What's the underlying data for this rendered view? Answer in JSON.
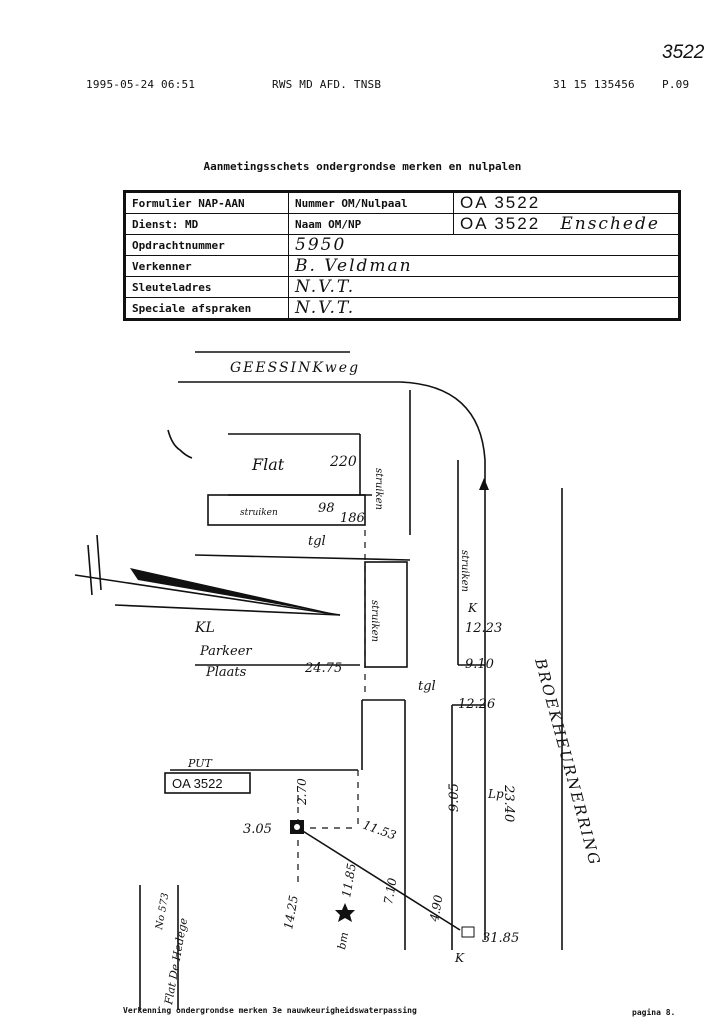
{
  "header": {
    "datetime": "1995-05-24  06:51",
    "dept": "RWS MD AFD. TNSB",
    "phone": "31 15 135456",
    "page": "P.09",
    "handwritten_number": "3522"
  },
  "title": "Aanmetingsschets ondergrondse merken en nulpalen",
  "form": {
    "formulier": "Formulier NAP-AAN",
    "nummer_label": "Nummer OM/Nulpaal",
    "nummer_value": "OA 3522",
    "dienst": "Dienst: MD",
    "naam_label": "Naam OM/NP",
    "naam_value": "OA 3522",
    "naam_place": "Enschede",
    "opdracht_label": "Opdrachtnummer",
    "opdracht_value": "5950",
    "verkenner_label": "Verkenner",
    "verkenner_value": "B. Veldman",
    "sleutel_label": "Sleuteladres",
    "sleutel_value": "N.V.T.",
    "speciale_label": "Speciale afspraken",
    "speciale_value": "N.V.T."
  },
  "sketch": {
    "street_top": "GEESSINKweg",
    "street_right": "BROEKHEURNERRING",
    "flat": "Flat",
    "flat_num": "220",
    "struiken1": "struiken",
    "struiken2": "struiken",
    "struiken3": "struiken",
    "struiken4": "struiken",
    "num_186": "186",
    "num_98": "98",
    "tgl1": "tgl",
    "tgl2": "tgl",
    "kl": "KL",
    "parkeer": "Parkeer",
    "plaats": "Plaats",
    "m2475": "24.75",
    "m1223": "12.23",
    "m910": "9.10",
    "m1226": "12.26",
    "m905": "9.05",
    "lp": "Lp",
    "m2340": "23.40",
    "put": "PUT",
    "label_oa": "OA 3522",
    "m270": "2.70",
    "m305": "3.05",
    "m1153": "11.53",
    "m1185": "11.85",
    "m1425": "14.25",
    "m710": "7.10",
    "m490": "4.90",
    "m3185": "31.85",
    "bm": "bm",
    "k1": "K",
    "k2": "K",
    "flat_de": "Flat De Hedege",
    "flat_de_no": "No 573"
  },
  "footer": "Verkenning ondergrondse merken 3e nauwkeurigheidswaterpassing",
  "pagina": "pagina 8."
}
